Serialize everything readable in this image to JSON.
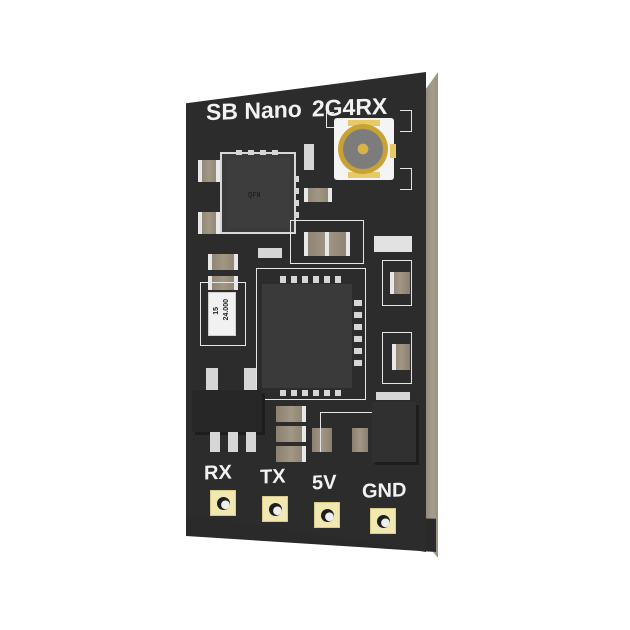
{
  "product": {
    "board_title_part1": "SB Nano",
    "board_title_part2": "2G4RX",
    "pins": [
      {
        "label": "RX"
      },
      {
        "label": "TX"
      },
      {
        "label": "5V"
      },
      {
        "label": "GND"
      }
    ],
    "crystal_marking_line1": "24.000",
    "crystal_marking_line2": "15",
    "chip_marking": "QFN",
    "colors": {
      "background": "#ffffff",
      "pcb_solder_mask": "#2c2c2c",
      "silkscreen": "#f2f2f2",
      "pad_gold": "#f0e8b0",
      "connector_gold": "#d9b34a",
      "passive_component": "#9a8f7e",
      "board_edge": "#a59d8c"
    }
  }
}
